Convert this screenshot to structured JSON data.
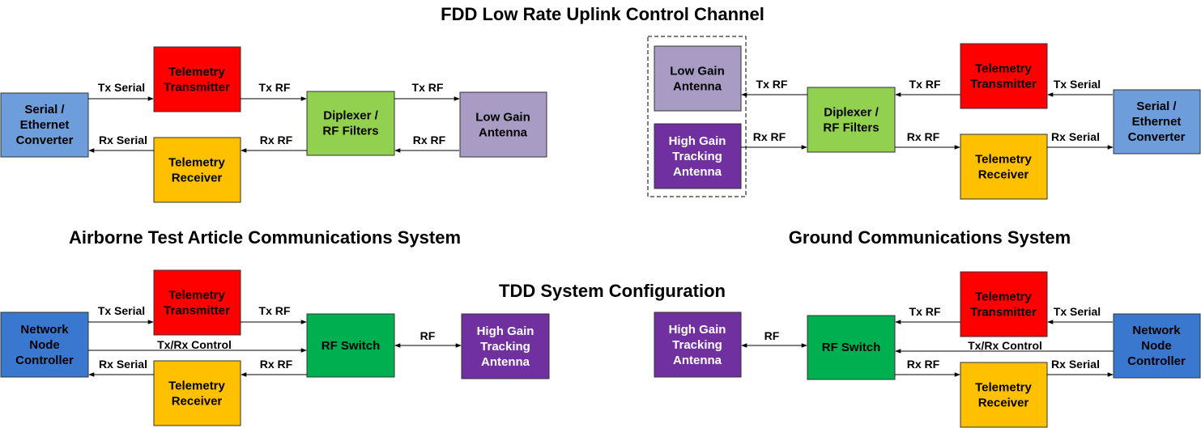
{
  "titles": {
    "fdd": "FDD Low Rate Uplink Control Channel",
    "airborne": "Airborne Test Article Communications System",
    "ground": "Ground Communications System",
    "tdd": "TDD System Configuration"
  },
  "blocks": {
    "serial_converter": [
      "Serial /",
      "Ethernet",
      "Converter"
    ],
    "telemetry_transmitter": [
      "Telemetry",
      "Transmitter"
    ],
    "telemetry_receiver": [
      "Telemetry",
      "Receiver"
    ],
    "diplexer": [
      "Diplexer /",
      "RF Filters"
    ],
    "low_gain_antenna": [
      "Low Gain",
      "Antenna"
    ],
    "high_gain_antenna": [
      "High Gain",
      "Tracking",
      "Antenna"
    ],
    "network_node_controller": [
      "Network",
      "Node",
      "Controller"
    ],
    "rf_switch": [
      "RF Switch"
    ]
  },
  "labels": {
    "tx_serial": "Tx Serial",
    "rx_serial": "Rx Serial",
    "tx_rf": "Tx RF",
    "rx_rf": "Rx RF",
    "rf": "RF",
    "txrx_control": "Tx/Rx Control"
  },
  "colors": {
    "serial_converter": "#6d9ddb",
    "telemetry_transmitter": "#ff0000",
    "telemetry_receiver": "#ffc000",
    "diplexer": "#92d050",
    "low_gain_antenna": "#a89cc4",
    "high_gain_antenna": "#7030a0",
    "network_node_controller": "#3a78d0",
    "rf_switch": "#00b050"
  }
}
